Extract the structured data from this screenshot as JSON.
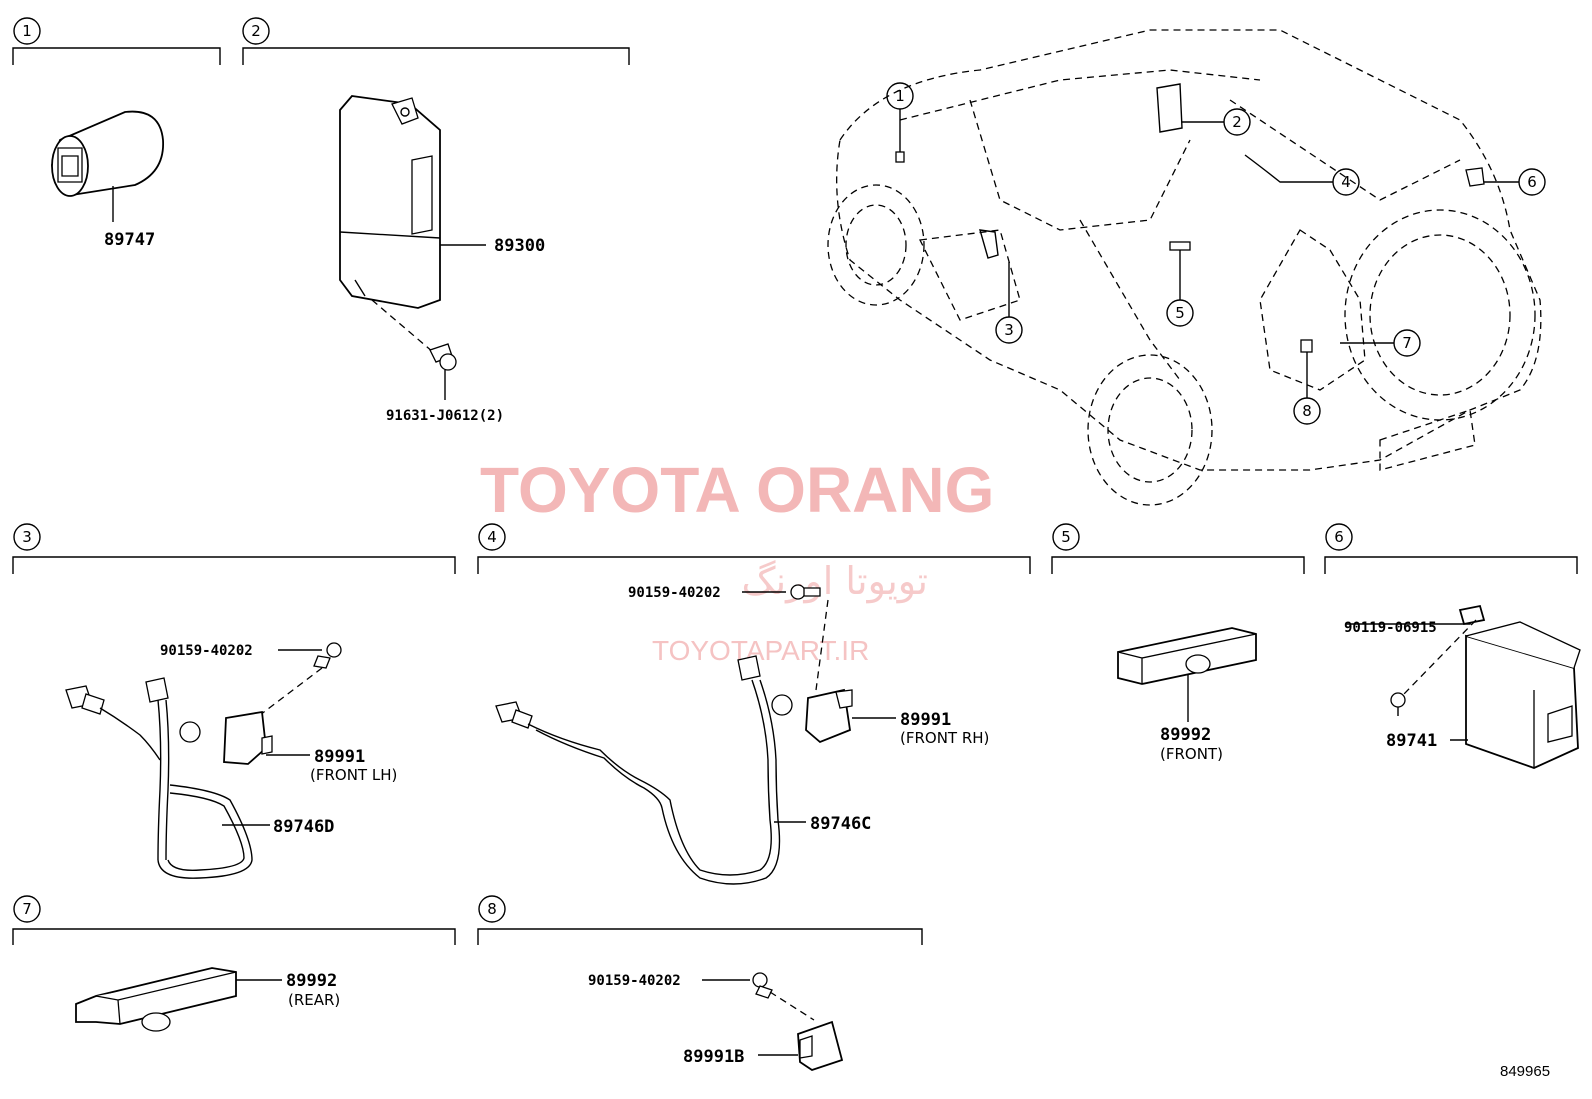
{
  "sections": [
    {
      "number": "1"
    },
    {
      "number": "2"
    },
    {
      "number": "3"
    },
    {
      "number": "4"
    },
    {
      "number": "5"
    },
    {
      "number": "6"
    },
    {
      "number": "7"
    },
    {
      "number": "8"
    }
  ],
  "parts": {
    "p89747": "89747",
    "p89300": "89300",
    "p91631": "91631-J0612(2)",
    "s3_bolt": "90159-40202",
    "s3_sensor": "89991",
    "s3_sensor_note": "(FRONT LH)",
    "s3_harness": "89746D",
    "s4_bolt": "90159-40202",
    "s4_sensor": "89991",
    "s4_sensor_note": "(FRONT RH)",
    "s4_harness": "89746C",
    "s5_antenna": "89992",
    "s5_note": "(FRONT)",
    "s6_bolt": "90119-06915",
    "s6_module": "89741",
    "s7_antenna": "89992",
    "s7_note": "(REAR)",
    "s8_bolt": "90159-40202",
    "s8_sensor": "89991B"
  },
  "callouts": [
    "1",
    "2",
    "3",
    "4",
    "5",
    "6",
    "7",
    "8"
  ],
  "watermark": {
    "brand": "TOYOTA ORANG",
    "persian": "تویوتا اورنگ",
    "url": "TOYOTAPART.IR"
  },
  "diagram_code": "849965"
}
